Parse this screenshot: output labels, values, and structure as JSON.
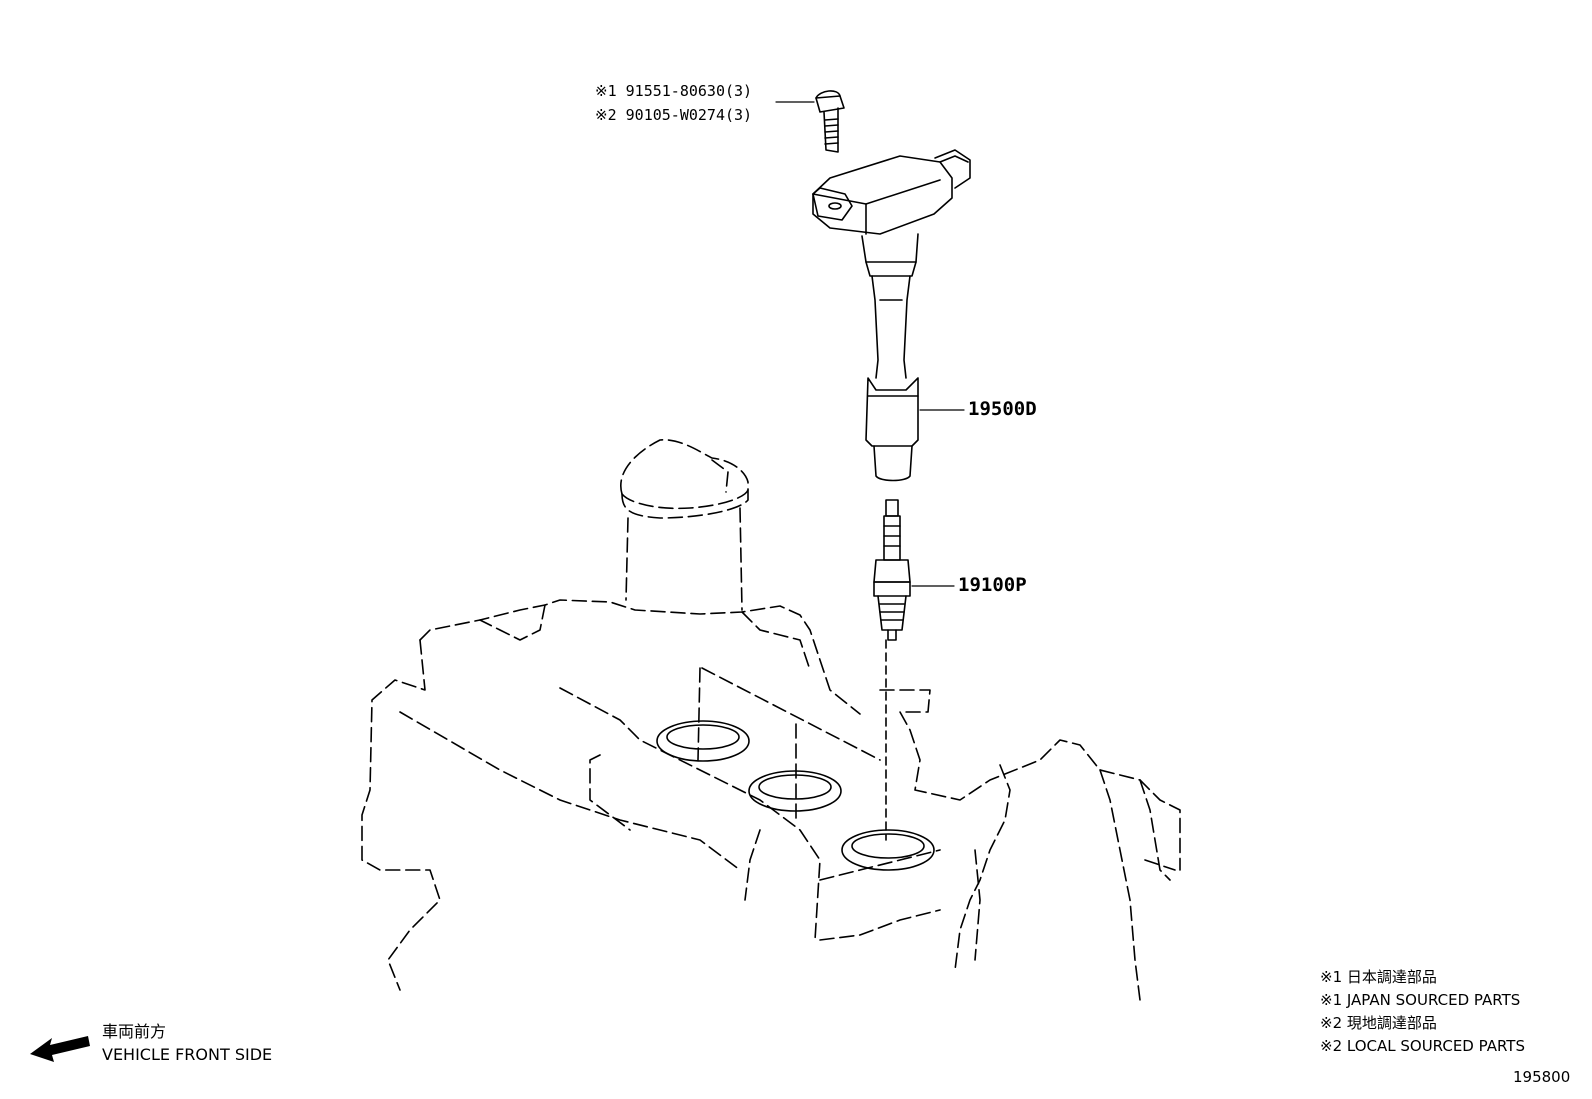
{
  "bolt_callout": {
    "line1": "※1 91551-80630(3)",
    "line2": "※2 90105-W0274(3)"
  },
  "parts": {
    "ignition_coil": "19500D",
    "spark_plug": "19100P"
  },
  "front_indicator": {
    "line1": "車両前方",
    "line2": "VEHICLE FRONT SIDE"
  },
  "legend": {
    "line1": "※1 日本調達部品",
    "line2": "※1 JAPAN SOURCED PARTS",
    "line3": "※2 現地調達部品",
    "line4": "※2 LOCAL SOURCED PARTS"
  },
  "figure_number": "195800"
}
